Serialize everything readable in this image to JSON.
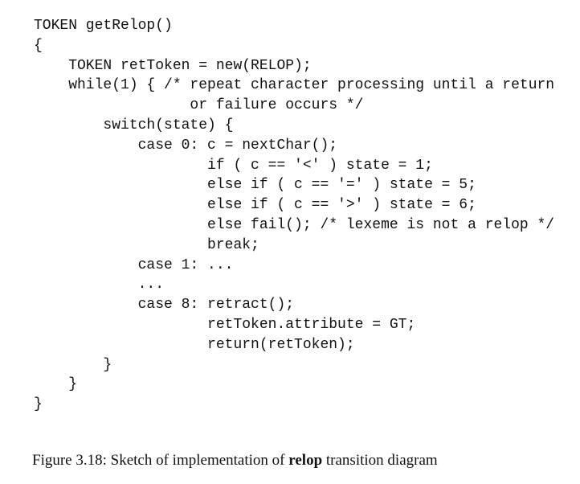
{
  "code": {
    "lines": [
      "TOKEN getRelop()",
      "{",
      "    TOKEN retToken = new(RELOP);",
      "    while(1) { /* repeat character processing until a return",
      "                  or failure occurs */",
      "        switch(state) {",
      "            case 0: c = nextChar();",
      "                    if ( c == '<' ) state = 1;",
      "                    else if ( c == '=' ) state = 5;",
      "                    else if ( c == '>' ) state = 6;",
      "                    else fail(); /* lexeme is not a relop */",
      "                    break;",
      "            case 1: ...",
      "            ...",
      "            case 8: retract();",
      "                    retToken.attribute = GT;",
      "                    return(retToken);",
      "        }",
      "    }",
      "}"
    ]
  },
  "caption": {
    "prefix": "Figure 3.18: Sketch of implementation of ",
    "bold": "relop",
    "suffix": " transition diagram"
  }
}
